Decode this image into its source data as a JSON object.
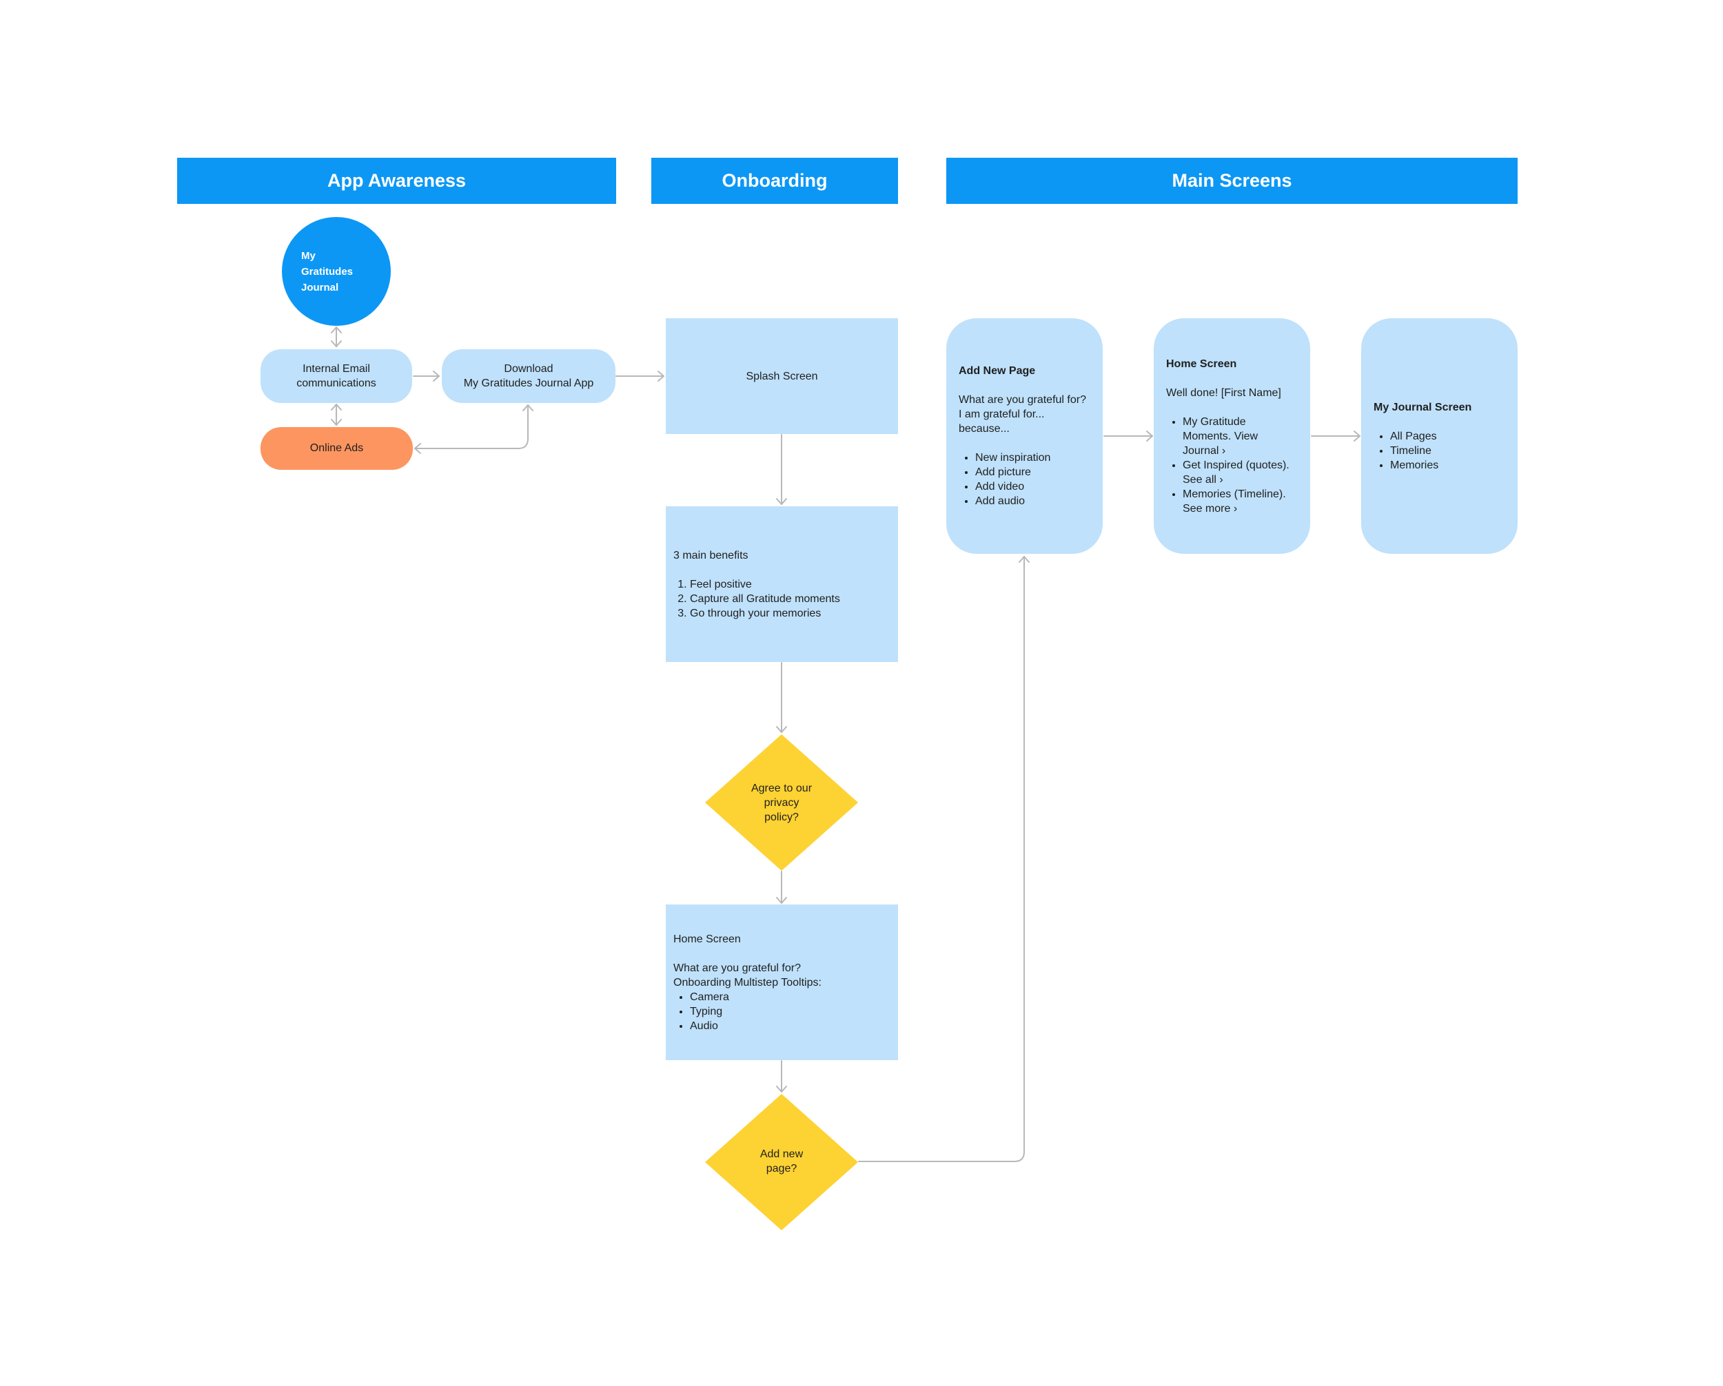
{
  "headers": {
    "app_awareness": "App Awareness",
    "onboarding": "Onboarding",
    "main_screens": "Main Screens"
  },
  "awareness": {
    "journal_circle": [
      "My",
      "Gratitudes",
      "Journal"
    ],
    "internal_email": [
      "Internal Email",
      "communications"
    ],
    "download": [
      "Download",
      "My Gratitudes Journal App"
    ],
    "online_ads": "Online Ads"
  },
  "onboarding": {
    "splash": "Splash Screen",
    "benefits": {
      "title": "3 main benefits",
      "items": [
        "Feel positive",
        "Capture all Gratitude moments",
        "Go through your memories"
      ]
    },
    "privacy_decision": [
      "Agree to our",
      "privacy",
      "policy?"
    ],
    "home": {
      "title": "Home Screen",
      "question": "What are you grateful for?",
      "tooltips_label": "Onboarding Multistep Tooltips:",
      "items": [
        "Camera",
        "Typing",
        "Audio"
      ]
    },
    "add_page_decision": [
      "Add new",
      "page?"
    ]
  },
  "main": {
    "add_new_page": {
      "title": "Add New Page",
      "prompt": [
        "What are you grateful for?",
        "I am grateful for...",
        "because..."
      ],
      "items": [
        "New inspiration",
        "Add picture",
        "Add video",
        "Add audio"
      ]
    },
    "home_screen": {
      "title": "Home Screen",
      "greeting": "Well done!  [First Name]",
      "items": [
        [
          "My Gratitude",
          "Moments. View",
          "Journal ›"
        ],
        [
          "Get Inspired (quotes).",
          "See all ›"
        ],
        [
          "Memories (Timeline).",
          "See more ›"
        ]
      ]
    },
    "journal_screen": {
      "title": "My Journal Screen",
      "items": [
        "All Pages",
        "Timeline",
        "Memories"
      ]
    }
  },
  "colors": {
    "header": "#0c97f5",
    "node": "#bfe1fb",
    "ads": "#fd9560",
    "decision": "#fdd233",
    "connector": "#b5b5b5"
  }
}
